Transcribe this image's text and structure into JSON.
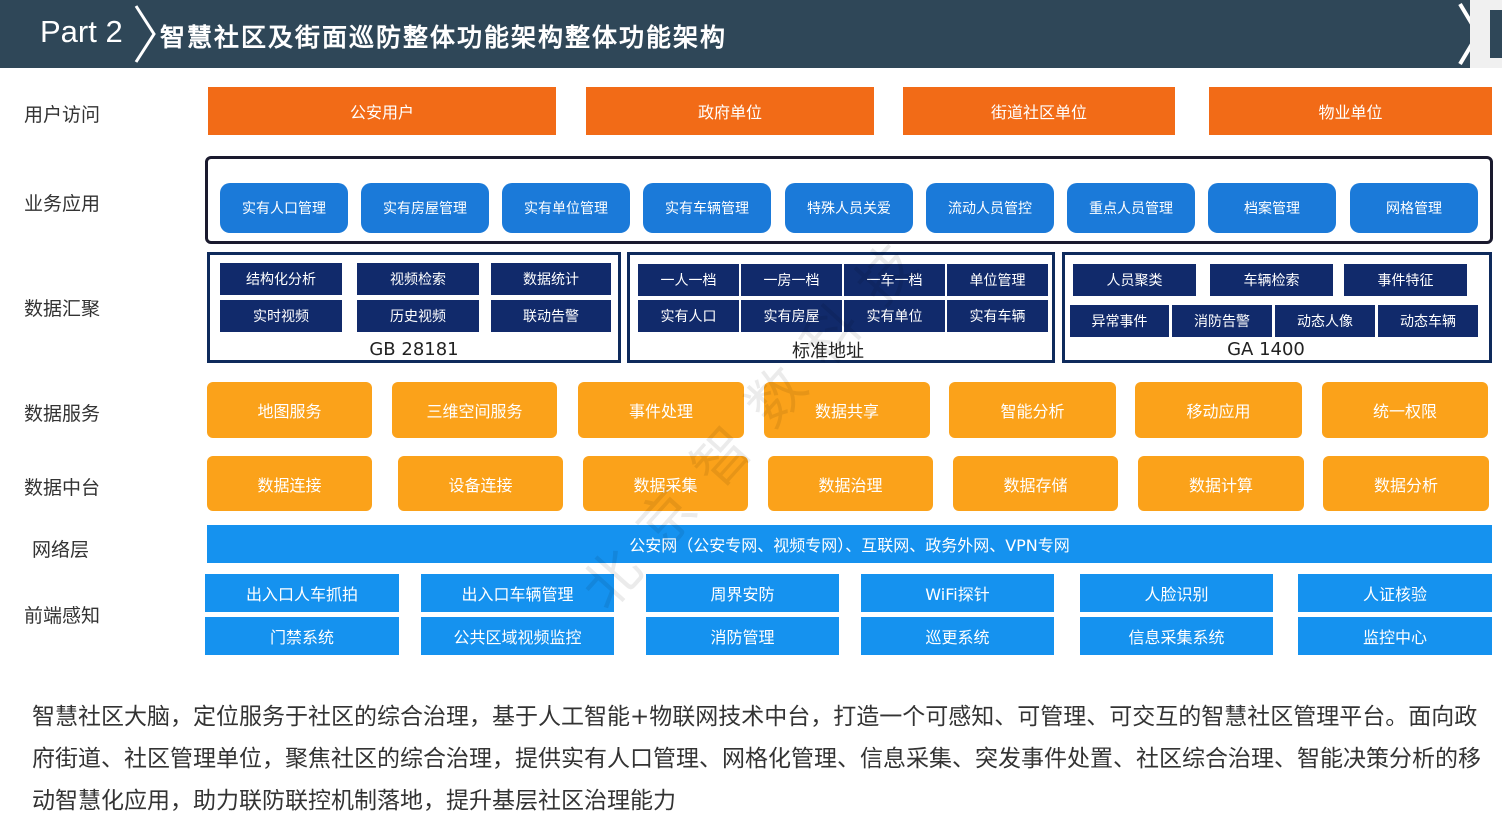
{
  "header": {
    "part": "Part 2",
    "title": "智慧社区及街面巡防整体功能架构整体功能架构"
  },
  "rows": {
    "user_access": "用户访问",
    "business_apps": "业务应用",
    "data_aggregation": "数据汇聚",
    "data_services": "数据服务",
    "data_platform": "数据中台",
    "network_layer": "网络层",
    "front_end": "前端感知"
  },
  "users": [
    "公安用户",
    "政府单位",
    "街道社区单位",
    "物业单位"
  ],
  "apps": [
    "实有人口管理",
    "实有房屋管理",
    "实有单位管理",
    "实有车辆管理",
    "特殊人员关爱",
    "流动人员管控",
    "重点人员管理",
    "档案管理",
    "网格管理"
  ],
  "aggregation": {
    "gb28181": {
      "label": "GB 28181",
      "items": [
        "结构化分析",
        "视频检索",
        "数据统计",
        "实时视频",
        "历史视频",
        "联动告警"
      ]
    },
    "address": {
      "label": "标准地址",
      "items": [
        "一人一档",
        "一房一档",
        "一车一档",
        "单位管理",
        "实有人口",
        "实有房屋",
        "实有单位",
        "实有车辆"
      ]
    },
    "ga1400": {
      "label": "GA 1400",
      "items": [
        "人员聚类",
        "车辆检索",
        "事件特征",
        "异常事件",
        "消防告警",
        "动态人像",
        "动态车辆"
      ]
    }
  },
  "services": [
    "地图服务",
    "三维空间服务",
    "事件处理",
    "数据共享",
    "智能分析",
    "移动应用",
    "统一权限"
  ],
  "platform": [
    "数据连接",
    "设备连接",
    "数据采集",
    "数据治理",
    "数据存储",
    "数据计算",
    "数据分析"
  ],
  "network": "公安网（公安专网、视频专网）、互联网、政务外网、VPN专网",
  "frontend": {
    "row1": [
      "出入口人车抓拍",
      "出入口车辆管理",
      "周界安防",
      "WiFi探针",
      "人脸识别",
      "人证核验"
    ],
    "row2": [
      "门禁系统",
      "公共区域视频监控",
      "消防管理",
      "巡更系统",
      "信息采集系统",
      "监控中心"
    ]
  },
  "footer": "智慧社区大脑，定位服务于社区的综合治理，基于人工智能+物联网技术中台，打造一个可感知、可管理、可交互的智慧社区管理平台。面向政府街道、社区管理单位，聚焦社区的综合治理，提供实有人口管理、网格化管理、信息采集、突发事件处置、社区综合治理、智能决策分析的移动智慧化应用，助力联防联控机制落地，提升基层社区治理能力",
  "watermark": "北京智数科技"
}
